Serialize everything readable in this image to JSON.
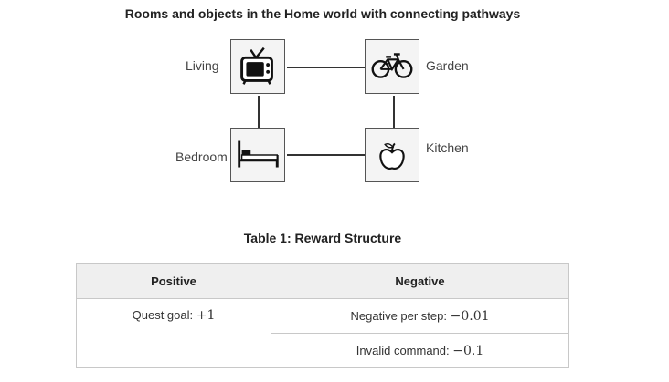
{
  "figure": {
    "title": "Rooms and objects in the Home world with connecting pathways",
    "rooms": [
      {
        "label": "Living",
        "object_icon": "tv-icon"
      },
      {
        "label": "Garden",
        "object_icon": "bicycle-icon"
      },
      {
        "label": "Bedroom",
        "object_icon": "bed-icon"
      },
      {
        "label": "Kitchen",
        "object_icon": "apple-icon"
      }
    ],
    "pathways": [
      [
        "Living",
        "Garden"
      ],
      [
        "Living",
        "Bedroom"
      ],
      [
        "Garden",
        "Kitchen"
      ],
      [
        "Bedroom",
        "Kitchen"
      ]
    ]
  },
  "table": {
    "caption": "Table 1: Reward Structure",
    "headers": {
      "positive": "Positive",
      "negative": "Negative"
    },
    "positive": [
      {
        "label": "Quest goal: ",
        "value": "+1"
      }
    ],
    "negative": [
      {
        "label": "Negative per step: ",
        "value": "−0.01"
      },
      {
        "label": "Invalid command: ",
        "value": "−0.1"
      }
    ]
  }
}
